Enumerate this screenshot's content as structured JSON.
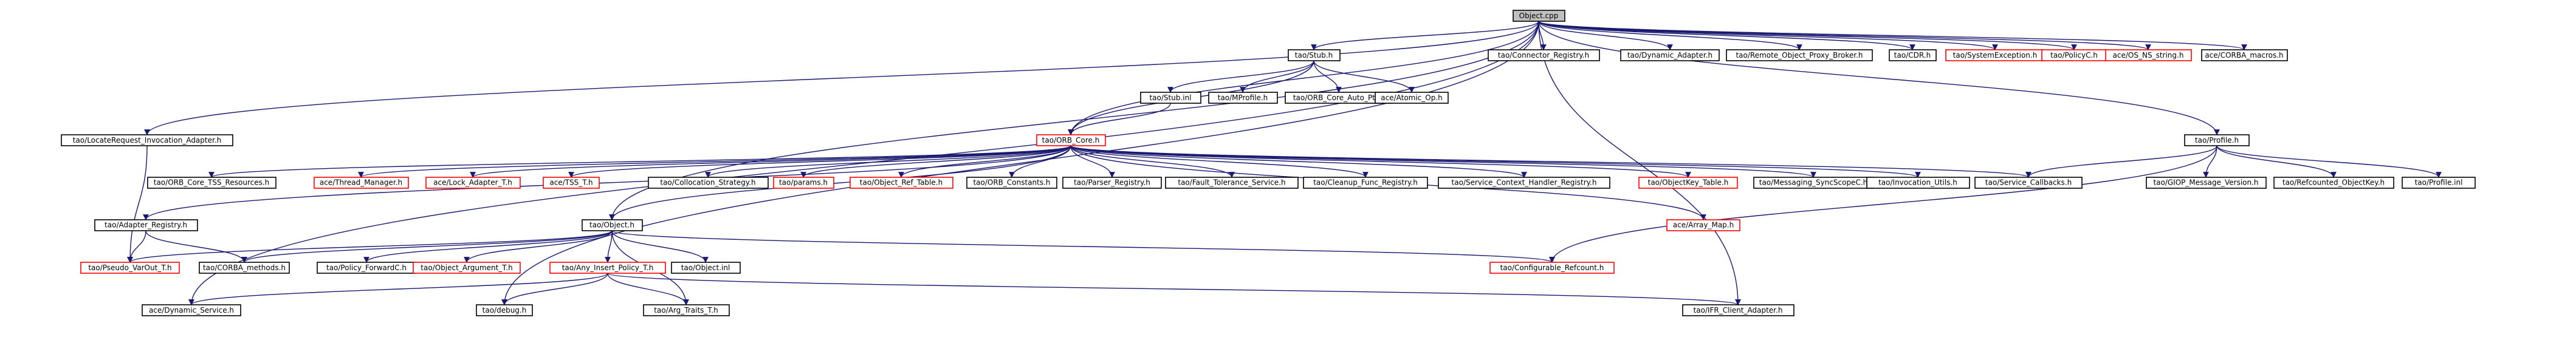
{
  "colors": {
    "edge": "#191970",
    "box_border_default": "#000000",
    "box_border_missing": "#ff0000",
    "root_fill": "#bfbfbf",
    "box_fill": "#ffffff"
  },
  "nodes": [
    {
      "id": "object_cpp",
      "label": "Object.cpp",
      "style": "root"
    },
    {
      "id": "tao_stub",
      "label": "tao/Stub.h",
      "style": "normal"
    },
    {
      "id": "connector_registry",
      "label": "tao/Connector_Registry.h",
      "style": "normal"
    },
    {
      "id": "dynamic_adapter",
      "label": "tao/Dynamic_Adapter.h",
      "style": "normal"
    },
    {
      "id": "remote_object_proxy_broker",
      "label": "tao/Remote_Object_Proxy_Broker.h",
      "style": "normal"
    },
    {
      "id": "cdr",
      "label": "tao/CDR.h",
      "style": "normal"
    },
    {
      "id": "system_exception",
      "label": "tao/SystemException.h",
      "style": "missing"
    },
    {
      "id": "policyc",
      "label": "tao/PolicyC.h",
      "style": "missing"
    },
    {
      "id": "os_ns_string",
      "label": "ace/OS_NS_string.h",
      "style": "missing"
    },
    {
      "id": "corba_macros",
      "label": "ace/CORBA_macros.h",
      "style": "normal"
    },
    {
      "id": "stub_inl",
      "label": "tao/Stub.inl",
      "style": "normal"
    },
    {
      "id": "mprofile",
      "label": "tao/MProfile.h",
      "style": "normal"
    },
    {
      "id": "orb_core_auto_ptr",
      "label": "tao/ORB_Core_Auto_Ptr.h",
      "style": "normal"
    },
    {
      "id": "atomic_op",
      "label": "ace/Atomic_Op.h",
      "style": "normal"
    },
    {
      "id": "locate_request_adapter",
      "label": "tao/LocateRequest_Invocation_Adapter.h",
      "style": "normal"
    },
    {
      "id": "orb_core",
      "label": "tao/ORB_Core.h",
      "style": "missing"
    },
    {
      "id": "profile",
      "label": "tao/Profile.h",
      "style": "normal"
    },
    {
      "id": "orb_core_tss",
      "label": "tao/ORB_Core_TSS_Resources.h",
      "style": "normal"
    },
    {
      "id": "thread_manager",
      "label": "ace/Thread_Manager.h",
      "style": "missing"
    },
    {
      "id": "lock_adapter",
      "label": "ace/Lock_Adapter_T.h",
      "style": "missing"
    },
    {
      "id": "tss_t",
      "label": "ace/TSS_T.h",
      "style": "missing"
    },
    {
      "id": "collocation_strategy",
      "label": "tao/Collocation_Strategy.h",
      "style": "normal"
    },
    {
      "id": "params",
      "label": "tao/params.h",
      "style": "missing"
    },
    {
      "id": "object_ref_table",
      "label": "tao/Object_Ref_Table.h",
      "style": "missing"
    },
    {
      "id": "orb_constants",
      "label": "tao/ORB_Constants.h",
      "style": "normal"
    },
    {
      "id": "parser_registry",
      "label": "tao/Parser_Registry.h",
      "style": "normal"
    },
    {
      "id": "fault_tolerance",
      "label": "tao/Fault_Tolerance_Service.h",
      "style": "normal"
    },
    {
      "id": "cleanup_func",
      "label": "tao/Cleanup_Func_Registry.h",
      "style": "normal"
    },
    {
      "id": "service_context",
      "label": "tao/Service_Context_Handler_Registry.h",
      "style": "normal"
    },
    {
      "id": "objectkey_table",
      "label": "tao/ObjectKey_Table.h",
      "style": "missing"
    },
    {
      "id": "messaging_syncscope",
      "label": "tao/Messaging_SyncScopeC.h",
      "style": "normal"
    },
    {
      "id": "invocation_utils",
      "label": "tao/Invocation_Utils.h",
      "style": "normal"
    },
    {
      "id": "service_callbacks",
      "label": "tao/Service_Callbacks.h",
      "style": "normal"
    },
    {
      "id": "giop_message_version",
      "label": "tao/GIOP_Message_Version.h",
      "style": "normal"
    },
    {
      "id": "refcounted_objectkey",
      "label": "tao/Refcounted_ObjectKey.h",
      "style": "normal"
    },
    {
      "id": "profile_inl",
      "label": "tao/Profile.inl",
      "style": "normal"
    },
    {
      "id": "adapter_registry",
      "label": "tao/Adapter_Registry.h",
      "style": "normal"
    },
    {
      "id": "tao_object",
      "label": "tao/Object.h",
      "style": "normal"
    },
    {
      "id": "array_map",
      "label": "ace/Array_Map.h",
      "style": "missing"
    },
    {
      "id": "pseudo_var_out",
      "label": "tao/Pseudo_VarOut_T.h",
      "style": "missing"
    },
    {
      "id": "corba_methods",
      "label": "tao/CORBA_methods.h",
      "style": "normal"
    },
    {
      "id": "policy_forwardc",
      "label": "tao/Policy_ForwardC.h",
      "style": "normal"
    },
    {
      "id": "object_argument",
      "label": "tao/Object_Argument_T.h",
      "style": "missing"
    },
    {
      "id": "any_insert_policy",
      "label": "tao/Any_Insert_Policy_T.h",
      "style": "missing"
    },
    {
      "id": "object_inl",
      "label": "tao/Object.inl",
      "style": "normal"
    },
    {
      "id": "configurable_refcount",
      "label": "tao/Configurable_Refcount.h",
      "style": "missing"
    },
    {
      "id": "dynamic_service",
      "label": "ace/Dynamic_Service.h",
      "style": "normal"
    },
    {
      "id": "tao_debug",
      "label": "tao/debug.h",
      "style": "normal"
    },
    {
      "id": "arg_traits",
      "label": "tao/Arg_Traits_T.h",
      "style": "normal"
    },
    {
      "id": "ifr_client_adapter",
      "label": "tao/IFR_Client_Adapter.h",
      "style": "normal"
    }
  ],
  "edges": [
    [
      "object_cpp",
      "tao_stub"
    ],
    [
      "object_cpp",
      "connector_registry"
    ],
    [
      "object_cpp",
      "dynamic_adapter"
    ],
    [
      "object_cpp",
      "remote_object_proxy_broker"
    ],
    [
      "object_cpp",
      "cdr"
    ],
    [
      "object_cpp",
      "system_exception"
    ],
    [
      "object_cpp",
      "policyc"
    ],
    [
      "object_cpp",
      "os_ns_string"
    ],
    [
      "object_cpp",
      "corba_macros"
    ],
    [
      "object_cpp",
      "locate_request_adapter"
    ],
    [
      "object_cpp",
      "orb_core"
    ],
    [
      "object_cpp",
      "profile"
    ],
    [
      "object_cpp",
      "tao_object"
    ],
    [
      "object_cpp",
      "dynamic_service"
    ],
    [
      "object_cpp",
      "tao_debug"
    ],
    [
      "object_cpp",
      "ifr_client_adapter"
    ],
    [
      "tao_stub",
      "stub_inl"
    ],
    [
      "tao_stub",
      "mprofile"
    ],
    [
      "tao_stub",
      "orb_core_auto_ptr"
    ],
    [
      "tao_stub",
      "atomic_op"
    ],
    [
      "tao_stub",
      "orb_core"
    ],
    [
      "stub_inl",
      "orb_core"
    ],
    [
      "locate_request_adapter",
      "pseudo_var_out"
    ],
    [
      "orb_core",
      "orb_core_tss"
    ],
    [
      "orb_core",
      "thread_manager"
    ],
    [
      "orb_core",
      "lock_adapter"
    ],
    [
      "orb_core",
      "tss_t"
    ],
    [
      "orb_core",
      "collocation_strategy"
    ],
    [
      "orb_core",
      "params"
    ],
    [
      "orb_core",
      "object_ref_table"
    ],
    [
      "orb_core",
      "orb_constants"
    ],
    [
      "orb_core",
      "parser_registry"
    ],
    [
      "orb_core",
      "fault_tolerance"
    ],
    [
      "orb_core",
      "cleanup_func"
    ],
    [
      "orb_core",
      "service_context"
    ],
    [
      "orb_core",
      "objectkey_table"
    ],
    [
      "orb_core",
      "messaging_syncscope"
    ],
    [
      "orb_core",
      "invocation_utils"
    ],
    [
      "orb_core",
      "service_callbacks"
    ],
    [
      "orb_core",
      "adapter_registry"
    ],
    [
      "orb_core",
      "tao_object"
    ],
    [
      "orb_core",
      "array_map"
    ],
    [
      "profile",
      "service_callbacks"
    ],
    [
      "profile",
      "giop_message_version"
    ],
    [
      "profile",
      "refcounted_objectkey"
    ],
    [
      "profile",
      "profile_inl"
    ],
    [
      "profile",
      "configurable_refcount"
    ],
    [
      "adapter_registry",
      "pseudo_var_out"
    ],
    [
      "adapter_registry",
      "corba_methods"
    ],
    [
      "tao_object",
      "pseudo_var_out"
    ],
    [
      "tao_object",
      "corba_methods"
    ],
    [
      "tao_object",
      "policy_forwardc"
    ],
    [
      "tao_object",
      "object_argument"
    ],
    [
      "tao_object",
      "any_insert_policy"
    ],
    [
      "tao_object",
      "object_inl"
    ],
    [
      "tao_object",
      "configurable_refcount"
    ],
    [
      "tao_object",
      "arg_traits"
    ],
    [
      "any_insert_policy",
      "dynamic_service"
    ],
    [
      "any_insert_policy",
      "tao_debug"
    ],
    [
      "any_insert_policy",
      "arg_traits"
    ],
    [
      "any_insert_policy",
      "ifr_client_adapter"
    ]
  ]
}
